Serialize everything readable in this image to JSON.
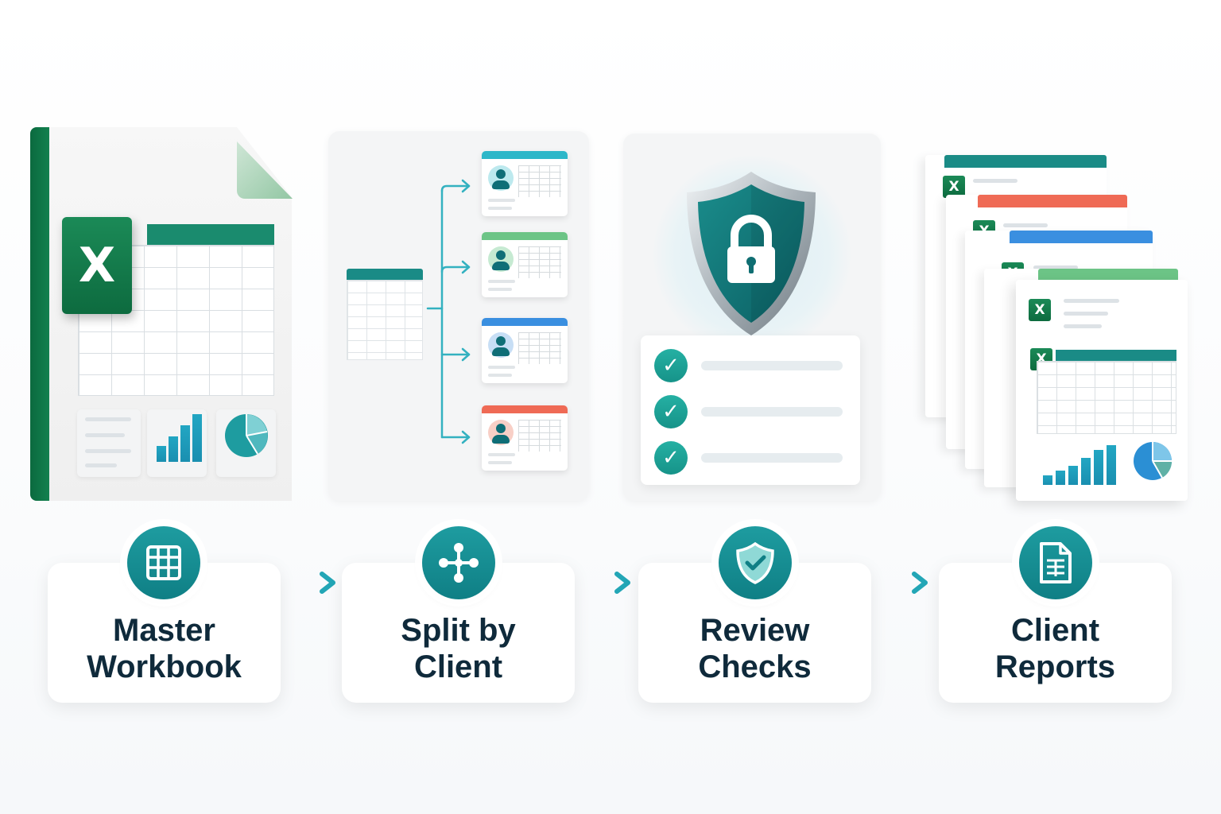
{
  "steps": [
    {
      "label_line1": "Master",
      "label_line2": "Workbook",
      "icon": "grid-icon"
    },
    {
      "label_line1": "Split by",
      "label_line2": "Client",
      "icon": "split-icon"
    },
    {
      "label_line1": "Review",
      "label_line2": "Checks",
      "icon": "shield-check-icon"
    },
    {
      "label_line1": "Client",
      "label_line2": "Reports",
      "icon": "document-icon"
    }
  ],
  "badges": {
    "excel_letter": "X"
  },
  "colors": {
    "teal": "#0f7f85",
    "excel_green": "#0d6b3f",
    "label_dark": "#0f2a3b",
    "card_accent_teal": "#2db7c9",
    "card_accent_green": "#6cc486",
    "card_accent_blue": "#3a8fe0",
    "card_accent_red": "#ef6a55"
  }
}
